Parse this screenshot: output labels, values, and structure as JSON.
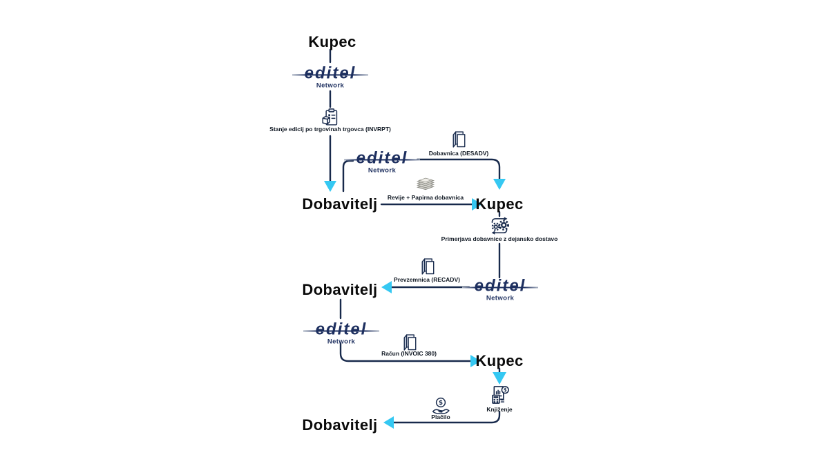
{
  "colors": {
    "line": "#17294b",
    "logo": "#1d2f5f",
    "arrow": "#35c8f2",
    "text": "#0b0b0b"
  },
  "network": {
    "brand": "editel",
    "sub": "Network"
  },
  "nodes": {
    "buyer": "Kupec",
    "supplier": "Dobavitelj"
  },
  "labels": {
    "invrpt": "Stanje edicij po trgovinah trgovca (INVRPT)",
    "desadv": "Dobavnica (DESADV)",
    "paper_delivery": "Revije + Papirna dobavnica",
    "compare": "Primerjava dobavnice z dejansko dostavo",
    "recadv": "Prevzemnica (RECADV)",
    "invoice": "Račun (INVOIC 380)",
    "booking": "Knjiženje",
    "payment": "Plačilo"
  },
  "icons": {
    "dollar_glyph": "$",
    "inventory_report": "clipboard-package-icon",
    "document": "document-pages-icon",
    "paper_stack": "newspaper-stack-icon",
    "compare_gears": "gears-sync-icon",
    "booking_calculator": "calculator-report-icon",
    "payment_hand_coin": "hand-coin-icon"
  }
}
